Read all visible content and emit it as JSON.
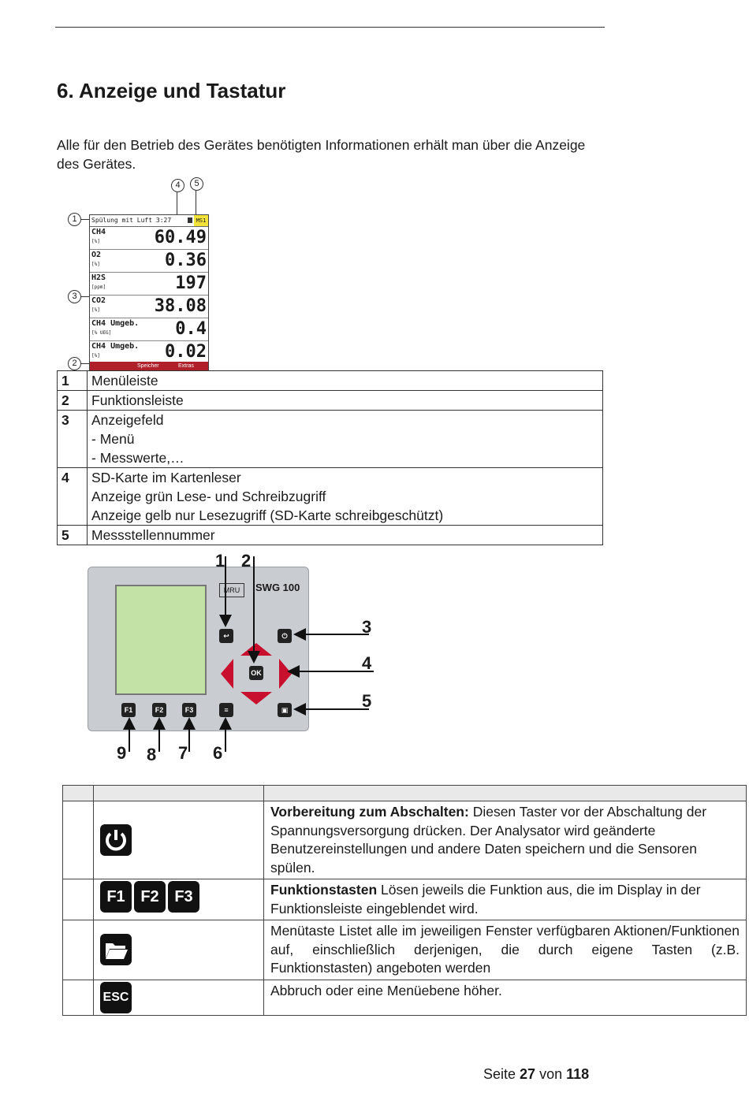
{
  "page_title": "6. Anzeige und Tastatur",
  "intro": "Alle für den Betrieb des Gerätes benötigten Informationen erhält man über die Anzeige des Gerätes.",
  "display_figure": {
    "callouts": [
      "1",
      "2",
      "3",
      "4",
      "5"
    ],
    "menu_bar_text": "Spülung mit Luft  3:27",
    "mst_label": "MS1",
    "rows": [
      {
        "name": "CH4",
        "unit": "[%]",
        "value": "60.49"
      },
      {
        "name": "O2",
        "unit": "[%]",
        "value": "0.36"
      },
      {
        "name": "H2S",
        "unit": "[ppm]",
        "value": "197"
      },
      {
        "name": "CO2",
        "unit": "[%]",
        "value": "38.08"
      },
      {
        "name": "CH4 Umgeb.",
        "unit": "[% UEG]",
        "value": "0.4"
      },
      {
        "name": "CH4 Umgeb.",
        "unit": "[%]",
        "value": "0.02"
      }
    ],
    "function_bar": [
      "Speicher",
      "Extras"
    ]
  },
  "legend": [
    {
      "num": "1",
      "lines": [
        "Menüleiste"
      ]
    },
    {
      "num": "2",
      "lines": [
        "Funktionsleiste"
      ]
    },
    {
      "num": "3",
      "lines": [
        "Anzeigefeld",
        "- Menü",
        "- Messwerte,…"
      ]
    },
    {
      "num": "4",
      "lines": [
        "SD-Karte im Kartenleser",
        "Anzeige grün Lese- und Schreibzugriff",
        "Anzeige gelb nur Lesezugriff (SD-Karte schreibgeschützt)"
      ]
    },
    {
      "num": "5",
      "lines": [
        "Messstellennummer"
      ]
    }
  ],
  "device_figure": {
    "model": "SWG 100",
    "logo": "MRU",
    "ok_key": "OK",
    "f_keys": [
      "F1",
      "F2",
      "F3"
    ],
    "numbers": [
      "1",
      "2",
      "3",
      "4",
      "5",
      "6",
      "7",
      "8",
      "9"
    ]
  },
  "keys_table": {
    "rows": [
      {
        "icon": [
          "power-icon"
        ],
        "bold": "Vorbereitung zum Abschalten:",
        "text": " Diesen Taster vor der Abschaltung der Spannungsversorgung drücken. Der Analysator wird geänderte Benutzereinstellungen und andere Daten speichern und die Sensoren spülen."
      },
      {
        "icon": [
          "F1",
          "F2",
          "F3"
        ],
        "bold": "Funktionstasten",
        "text": " Lösen jeweils die Funktion aus, die im Display in der Funktionsleiste eingeblendet wird."
      },
      {
        "icon": [
          "folder-icon"
        ],
        "bold": "",
        "text": "Menütaste Listet alle im jeweiligen Fenster verfügbaren Aktionen/Funktionen auf, einschließlich derjenigen, die durch eigene Tasten (z.B. Funktionstasten) angeboten werden"
      },
      {
        "icon": [
          "ESC"
        ],
        "bold": "",
        "text": "Abbruch oder eine Menüebene höher."
      }
    ]
  },
  "footer": {
    "prefix": "Seite ",
    "page": "27",
    "middle": " von ",
    "total": "118"
  }
}
